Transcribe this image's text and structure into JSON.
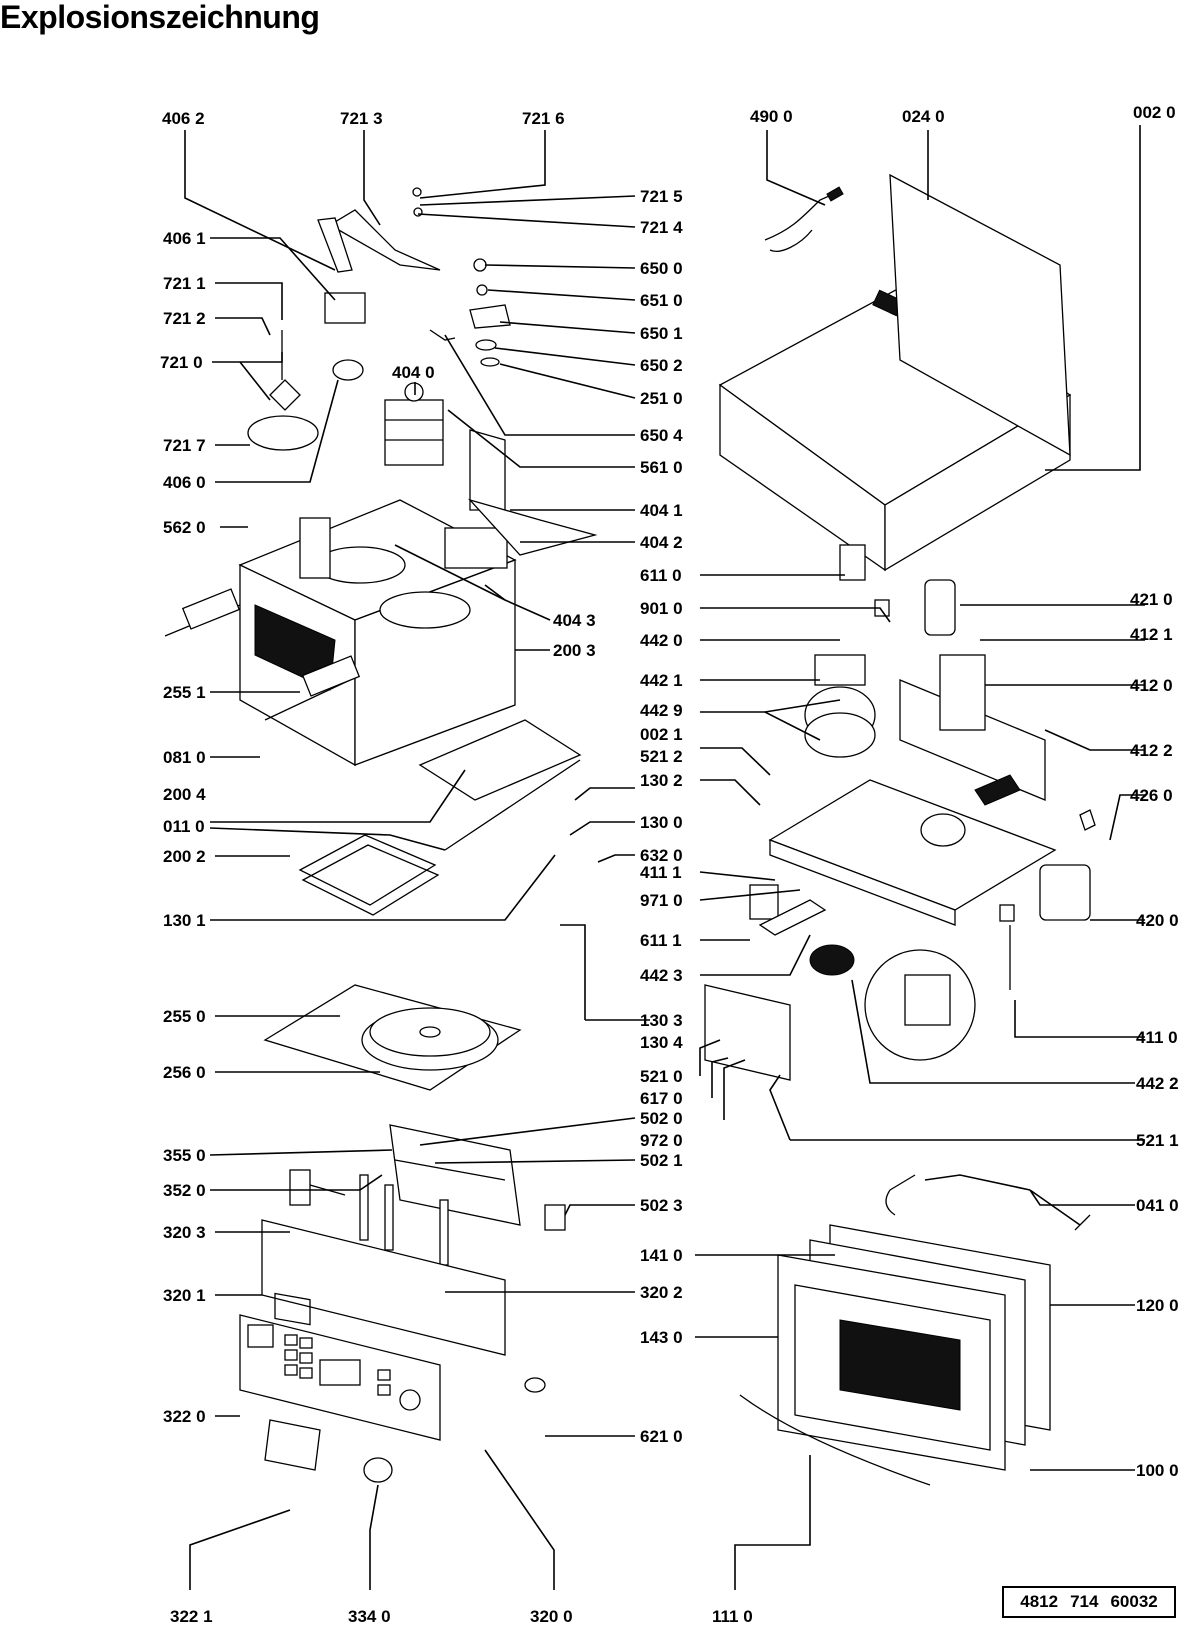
{
  "title": "Explosionszeichnung",
  "doc_number": {
    "a": "4812",
    "b": "714",
    "c": "60032"
  },
  "labels": {
    "l4062": "406 2",
    "l7213": "721 3",
    "l7216": "721 6",
    "l4900": "490 0",
    "l0240": "024 0",
    "l0020": "002 0",
    "l7215": "721 5",
    "l7214": "721 4",
    "l4061": "406 1",
    "l6500": "650 0",
    "l7211": "721 1",
    "l6510": "651 0",
    "l7212": "721 2",
    "l6501": "650 1",
    "l7210": "721 0",
    "l6502": "650 2",
    "l2510": "251 0",
    "l4040": "404 0",
    "l6504": "650 4",
    "l7217": "721 7",
    "l5610": "561 0",
    "l4060": "406 0",
    "l4041": "404 1",
    "l5620": "562 0",
    "l4042": "404 2",
    "l6110": "611 0",
    "l4210": "421 0",
    "l9010": "901 0",
    "l4043": "404 3",
    "l4420": "442 0",
    "l4121": "412 1",
    "l2003": "200 3",
    "l4421": "442 1",
    "l4120": "412 0",
    "l2551": "255 1",
    "l4429": "442 9",
    "l0021": "002 1",
    "l4122": "412 2",
    "l0810": "081 0",
    "l5212": "521 2",
    "l1302": "130 2",
    "l4260": "426 0",
    "l2004": "200 4",
    "l1300": "130 0",
    "l0110": "011 0",
    "l6320": "632 0",
    "l4111": "411 1",
    "l2002": "200 2",
    "l9710": "971 0",
    "l4200": "420 0",
    "l1301": "130 1",
    "l6111": "611 1",
    "l4423": "442 3",
    "l2550": "255 0",
    "l1303": "130 3",
    "l1304": "130 4",
    "l4110": "411 0",
    "l2560": "256 0",
    "l5210": "521 0",
    "l6170": "617 0",
    "l4422": "442 2",
    "l5020": "502 0",
    "l5211": "521 1",
    "l9720": "972 0",
    "l3550": "355 0",
    "l5021": "502 1",
    "l3520": "352 0",
    "l0410": "041 0",
    "l5023": "502 3",
    "l3203": "320 3",
    "l1410": "141 0",
    "l3202": "320 2",
    "l3201": "320 1",
    "l1200": "120 0",
    "l1430": "143 0",
    "l6210": "621 0",
    "l3220": "322 0",
    "l1000": "100 0",
    "l3221": "322 1",
    "l3340": "334 0",
    "l3200": "320 0",
    "l1110": "111 0"
  }
}
